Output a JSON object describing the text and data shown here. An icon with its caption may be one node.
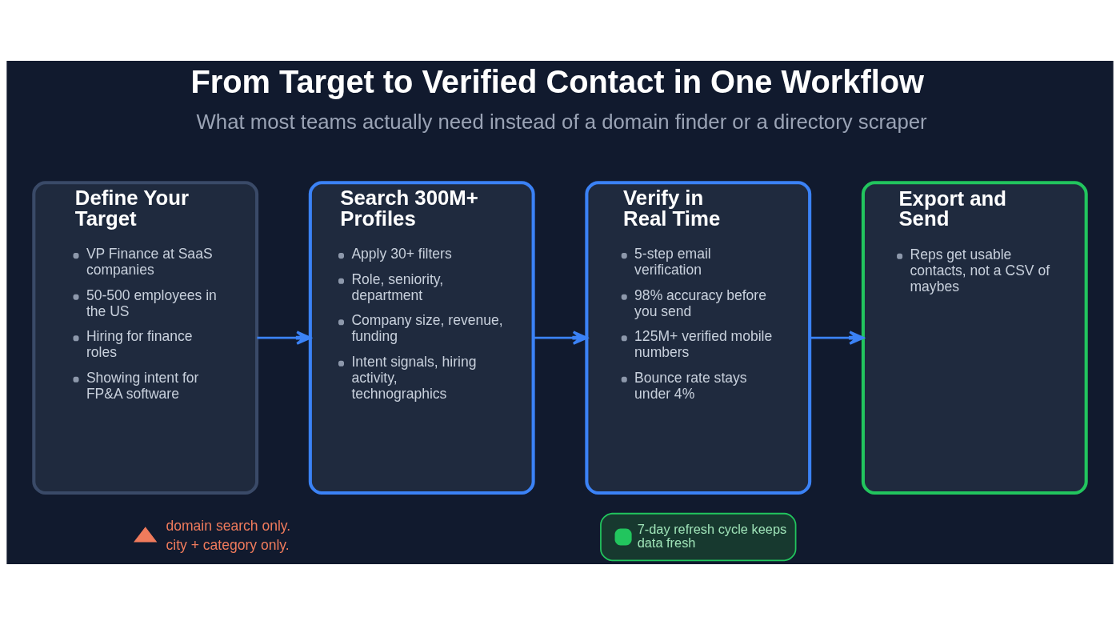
{
  "diagram": {
    "title": "From Target to Verified Contact in One Workflow",
    "nodes": [
      {
        "text": [
          "Define Your Target",
          "VP Finance at SaaS companies",
          "50-500 employees in the US",
          "Hiring for finance roles",
          "Showing intent for FP&A software"
        ]
      },
      {
        "text": [
          "Search 300M+ Profiles",
          "Apply 30+ filters",
          "Role, seniority, department",
          "Company size, revenue, funding",
          "Intent signals, hiring activity, technographics"
        ]
      },
      {
        "text": [
          "Verify in Real Time",
          "5-step email verification",
          "98% accuracy before you send",
          "125M+ verified mobile numbers",
          "Bounce rate stays under 4%"
        ]
      },
      {
        "text": [
          "Export and Send",
          "Reps get usable contacts, not a CSV of maybes"
        ]
      },
      {
        "text": [
          "7-day refresh cycle keeps data fresh"
        ]
      }
    ],
    "edges": [
      {
        "from": 0,
        "to": 1,
        "arrow": "to"
      },
      {
        "from": 1,
        "to": 2,
        "arrow": "to"
      },
      {
        "from": 2,
        "to": 3,
        "arrow": "to"
      }
    ],
    "labels": [
      "What most teams actually need instead of a domain finder or a directory scraper",
      "domain search only.",
      "city + category only."
    ]
  }
}
